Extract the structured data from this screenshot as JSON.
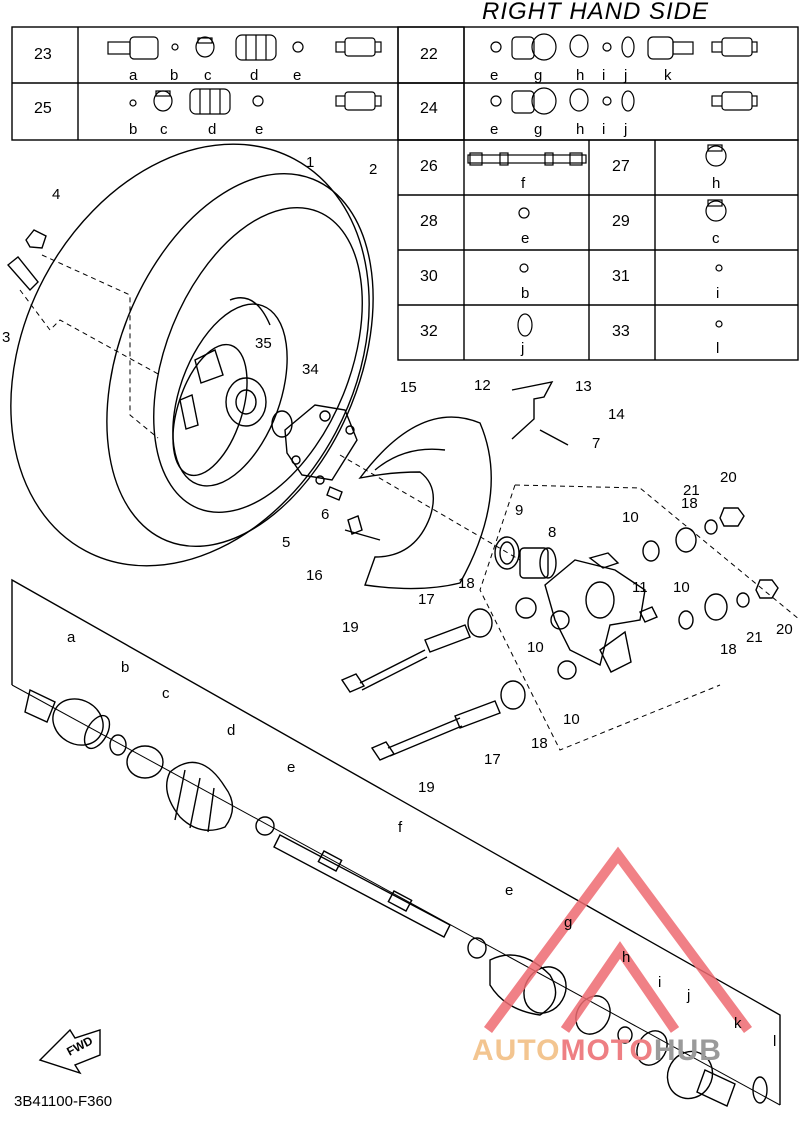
{
  "title": "RIGHT HAND SIDE",
  "diagram_code": "3B41100-F360",
  "fwd_label": "FWD",
  "watermark": {
    "part1": "AUTO",
    "part2": "MOTO",
    "part3": "HUB"
  },
  "kit_table_top": [
    {
      "num": "23",
      "letters": [
        "a",
        "b",
        "c",
        "d",
        "e"
      ]
    },
    {
      "num": "22",
      "letters": [
        "e",
        "g",
        "h",
        "i",
        "j",
        "k"
      ]
    },
    {
      "num": "25",
      "letters": [
        "b",
        "c",
        "d",
        "e"
      ]
    },
    {
      "num": "24",
      "letters": [
        "e",
        "g",
        "h",
        "i",
        "j"
      ]
    }
  ],
  "kit_table_small": [
    {
      "num": "26",
      "letter": "f"
    },
    {
      "num": "27",
      "letter": "h"
    },
    {
      "num": "28",
      "letter": "e"
    },
    {
      "num": "29",
      "letter": "c"
    },
    {
      "num": "30",
      "letter": "b"
    },
    {
      "num": "31",
      "letter": "i"
    },
    {
      "num": "32",
      "letter": "j"
    },
    {
      "num": "33",
      "letter": "l"
    }
  ],
  "callouts": [
    "1",
    "2",
    "3",
    "4",
    "5",
    "6",
    "7",
    "8",
    "9",
    "10",
    "10",
    "10",
    "10",
    "11",
    "12",
    "13",
    "14",
    "15",
    "16",
    "17",
    "17",
    "18",
    "18",
    "18",
    "18",
    "19",
    "19",
    "20",
    "20",
    "21",
    "21",
    "34",
    "35"
  ],
  "shaft_letters": [
    "a",
    "b",
    "c",
    "d",
    "e",
    "f",
    "e",
    "g",
    "h",
    "i",
    "j",
    "k",
    "l"
  ]
}
